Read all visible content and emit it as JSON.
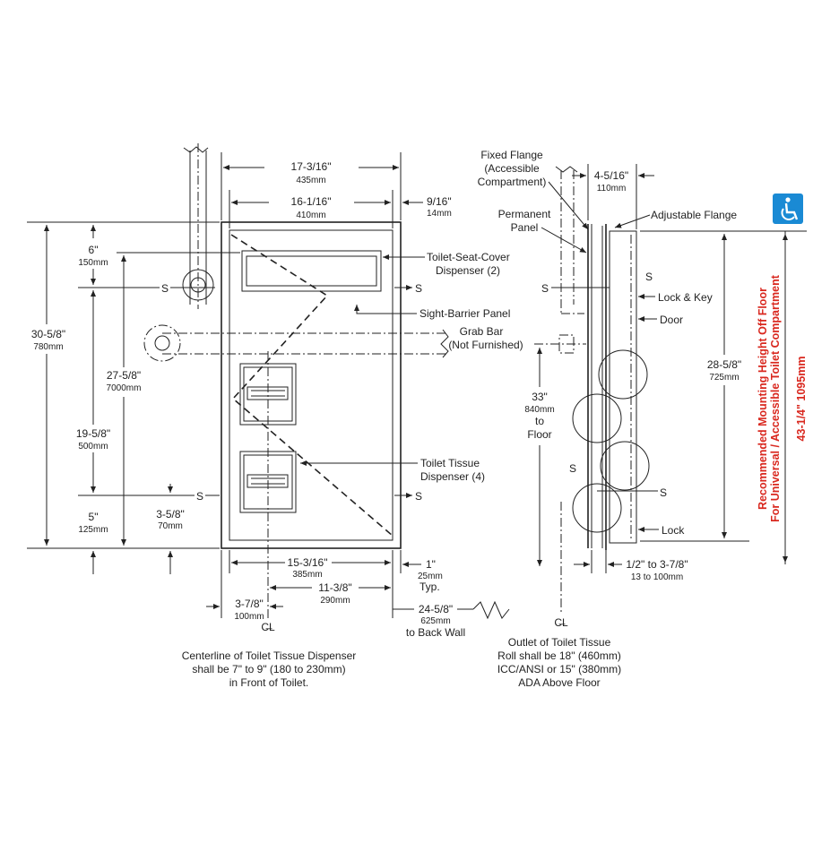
{
  "front_view": {
    "overall_width": "17-3/16\"",
    "overall_width_mm": "435mm",
    "inner_width": "16-1/16\"",
    "inner_width_mm": "410mm",
    "flange": "9/16\"",
    "flange_mm": "14mm",
    "top_offset": "6\"",
    "top_offset_mm": "150mm",
    "overall_height": "30-5/8\"",
    "overall_height_mm": "780mm",
    "height_27": "27-5/8\"",
    "height_27_mm": "7000mm",
    "height_19": "19-5/8\"",
    "height_19_mm": "500mm",
    "bottom_5": "5\"",
    "bottom_5_mm": "125mm",
    "bottom_35": "3-5/8\"",
    "bottom_35_mm": "70mm",
    "bottom_width": "15-3/16\"",
    "bottom_width_mm": "385mm",
    "cl_offset": "11-3/8\"",
    "cl_offset_mm": "290mm",
    "left_offset": "3-7/8\"",
    "left_offset_mm": "100mm",
    "typ": "1\"",
    "typ_mm": "25mm",
    "typ_label": "Typ.",
    "back_wall": "24-5/8\"",
    "back_wall_mm": "625mm",
    "back_wall_label": "to Back Wall",
    "stud": "S",
    "centerline": "C̶L",
    "label_seat_cover_1": "Toilet-Seat-Cover",
    "label_seat_cover_2": "Dispenser (2)",
    "label_sight_barrier": "Sight-Barrier Panel",
    "label_grab_bar_1": "Grab Bar",
    "label_grab_bar_2": "(Not Furnished)",
    "label_tissue_1": "Toilet Tissue",
    "label_tissue_2": "Dispenser (4)",
    "note_1": "Centerline of Toilet Tissue Dispenser",
    "note_2": "shall be 7\" to 9\" (180 to 230mm)",
    "note_3": "in Front of Toilet."
  },
  "side_view": {
    "label_fixed_flange_1": "Fixed Flange",
    "label_fixed_flange_2": "(Accessible",
    "label_fixed_flange_3": "Compartment)",
    "label_permanent_1": "Permanent",
    "label_permanent_2": "Panel",
    "depth": "4-5/16\"",
    "depth_mm": "110mm",
    "label_adjustable": "Adjustable Flange",
    "label_lock_key": "Lock & Key",
    "label_door": "Door",
    "label_lock": "Lock",
    "height_33": "33\"",
    "height_33_mm": "840mm",
    "height_33_to": "to",
    "height_33_floor": "Floor",
    "height_28": "28-5/8\"",
    "height_28_mm": "725mm",
    "wall_range": "1/2\" to 3-7/8\"",
    "wall_range_mm": "13 to 100mm",
    "stud": "S",
    "centerline": "C̶L",
    "note_1": "Outlet of Toilet Tissue",
    "note_2": "Roll shall be 18\" (460mm)",
    "note_3": "ICC/ANSI or 15\" (380mm)",
    "note_4": "ADA Above Floor"
  },
  "mounting": {
    "line_1": "Recommended Mounting Height Off Floor",
    "line_2": "For Universal / Accessible Toilet Compartment",
    "height": "43-1/4\" 1095mm",
    "accent_color": "#d9281f",
    "icon_color": "#1a8ad4",
    "icon": "wheelchair-accessibility-icon"
  }
}
